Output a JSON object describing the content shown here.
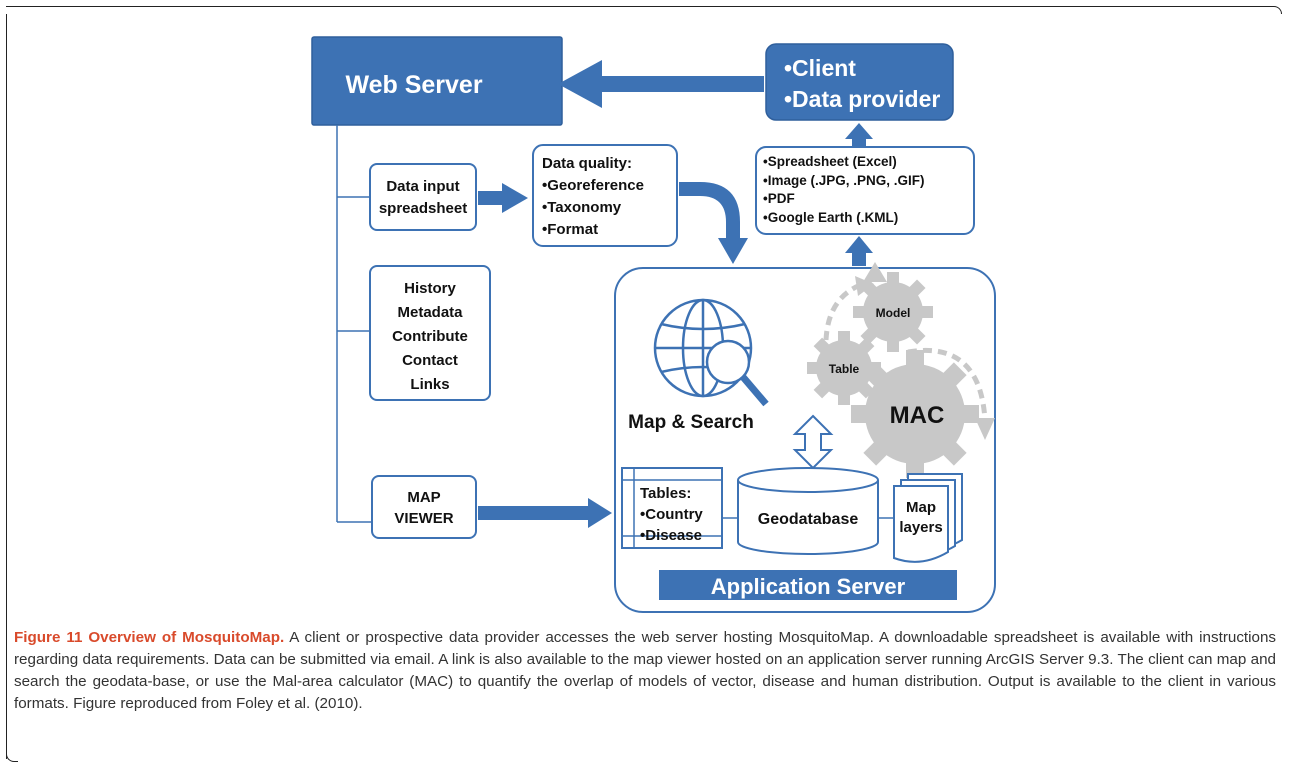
{
  "diagram": {
    "web_server": "Web Server",
    "client_lines": [
      "•Client",
      "•Data provider"
    ],
    "data_input": [
      "Data input",
      "spreadsheet"
    ],
    "data_quality": [
      "Data quality:",
      "•Georeference",
      "•Taxonomy",
      "•Format"
    ],
    "outputs": [
      "•Spreadsheet (Excel)",
      "•Image (.JPG, .PNG, .GIF)",
      "•PDF",
      "•Google Earth (.KML)"
    ],
    "menu": [
      "History",
      "Metadata",
      "Contribute",
      "Contact",
      "Links"
    ],
    "map_viewer": [
      "MAP",
      "VIEWER"
    ],
    "map_search": "Map & Search",
    "model": "Model",
    "table": "Table",
    "mac": "MAC",
    "tables": [
      "Tables:",
      "•Country",
      "•Disease"
    ],
    "geodatabase": "Geodatabase",
    "map_layers": [
      "Map",
      "layers"
    ],
    "application_server": "Application Server",
    "colors": {
      "blue": "#3d72b4",
      "gear": "#c8c8c8",
      "dark": "#222222"
    }
  },
  "caption": {
    "title": "Figure 11 Overview of MosquitoMap.",
    "body": " A client or prospective data provider accesses the web server hosting MosquitoMap. A downloadable spreadsheet is available with instructions regarding data requirements. Data can be submitted via email. A link is also available to the map viewer hosted on an application server running ArcGIS Server 9.3. The client can map and search the geodata-base, or use the Mal-area calculator (MAC) to quantify the overlap of models of vector, disease and human distribution. Output is available to the client in various formats. Figure reproduced from Foley et al. (2010)."
  }
}
